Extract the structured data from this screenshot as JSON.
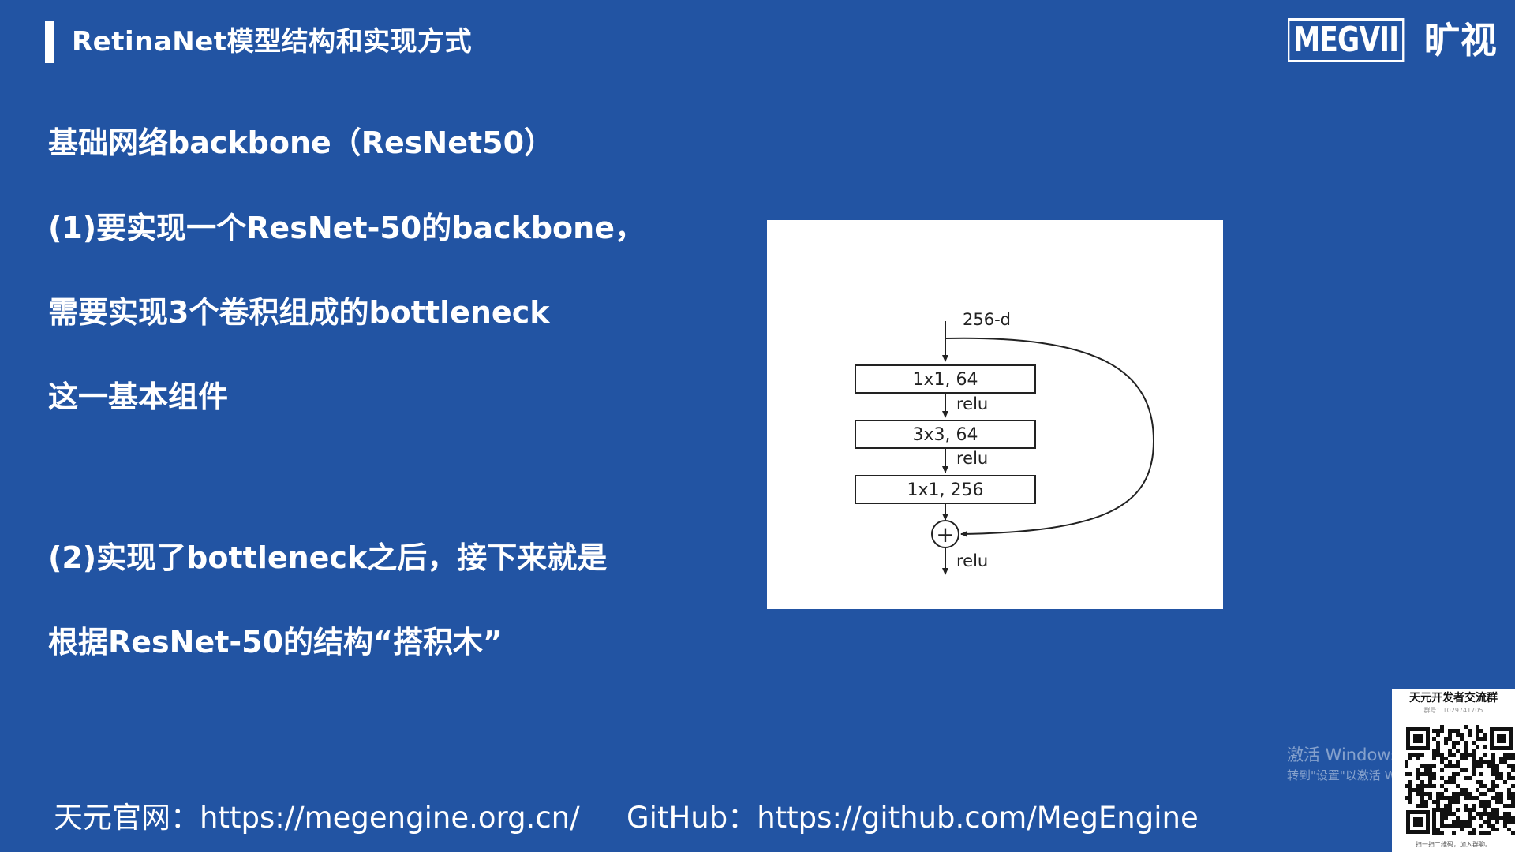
{
  "header": {
    "title": "RetinaNet模型结构和实现方式",
    "logo_text": "MEGVII",
    "logo_cn": "旷视"
  },
  "content": {
    "lines": [
      "基础网络backbone（ResNet50）",
      "(1)要实现一个ResNet-50的backbone，",
      "需要实现3个卷积组成的bottleneck",
      "这一基本组件",
      "(2)实现了bottleneck之后，接下来就是",
      "根据ResNet-50的结构“搭积木”"
    ]
  },
  "figure": {
    "input_label": "256-d",
    "blocks": [
      "1x1, 64",
      "3x3, 64",
      "1x1, 256"
    ],
    "relu_label": "relu",
    "add_symbol": "+"
  },
  "footer": {
    "site_label": "天元官网：",
    "site_url": "https://megengine.org.cn/",
    "github_label": "GitHub：",
    "github_url": "https://github.com/MegEngine"
  },
  "watermark": {
    "line1": "激活 Windows",
    "line2": "转到\"设置\"以激活 Windows。"
  },
  "qr_card": {
    "title": "天元开发者交流群",
    "subtitle": "群号：1029741705",
    "caption": "扫一扫二维码，加入群聊。"
  },
  "colors": {
    "background": "#2254a3",
    "text": "#ffffff",
    "figure_background": "#ffffff",
    "figure_stroke": "#222222"
  }
}
